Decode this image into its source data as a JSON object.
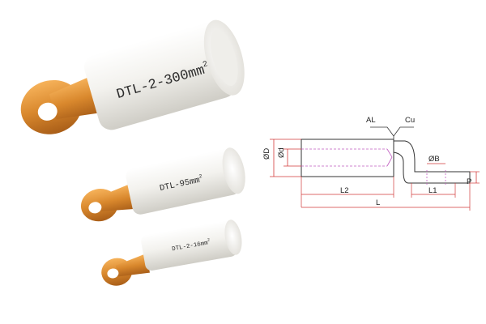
{
  "products": [
    {
      "model": "DTL-2-300mm",
      "sup": "2"
    },
    {
      "model": "DTL-95mm",
      "sup": "2"
    },
    {
      "model": "DTL-2-16mm",
      "sup": "2"
    }
  ],
  "diagram": {
    "material_labels": {
      "aluminum": "AL",
      "copper": "Cu"
    },
    "dimension_labels": {
      "outer_diameter": "ØD",
      "inner_diameter": "Ød",
      "hole_diameter": "ØB",
      "barrel_length": "L2",
      "palm_length": "L1",
      "total_length": "L",
      "thickness": "P"
    }
  },
  "colors": {
    "aluminum_body": "#ecebe6",
    "copper_palm": "#d9882d",
    "dimension_line": "#d23a3a",
    "hidden_line": "#c05cc0",
    "outline": "#333333"
  }
}
